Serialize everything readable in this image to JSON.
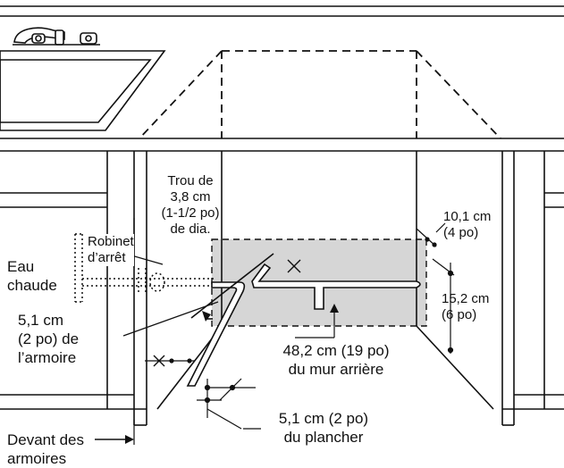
{
  "colors": {
    "line": "#111111",
    "shade": "#d6d6d6",
    "background": "#ffffff"
  },
  "labels": {
    "hole": [
      "Trou de",
      "3,8 cm",
      "(1-1/2 po)",
      "de dia."
    ],
    "valve": [
      "Robinet",
      "d’arrêt"
    ],
    "hot_water": [
      "Eau",
      "chaude"
    ],
    "from_cabinet": [
      "5,1 cm",
      "(2 po) de",
      "l’armoire"
    ],
    "from_back_wall": [
      "48,2 cm (19 po)",
      "du mur arrière"
    ],
    "from_floor": [
      "5,1 cm (2 po)",
      "du plancher"
    ],
    "cabinet_front": [
      "Devant des",
      "armoires"
    ],
    "top_right": [
      "10,1 cm",
      "(4 po)"
    ],
    "mid_right": [
      "15,2 cm",
      "(6 po)"
    ]
  }
}
